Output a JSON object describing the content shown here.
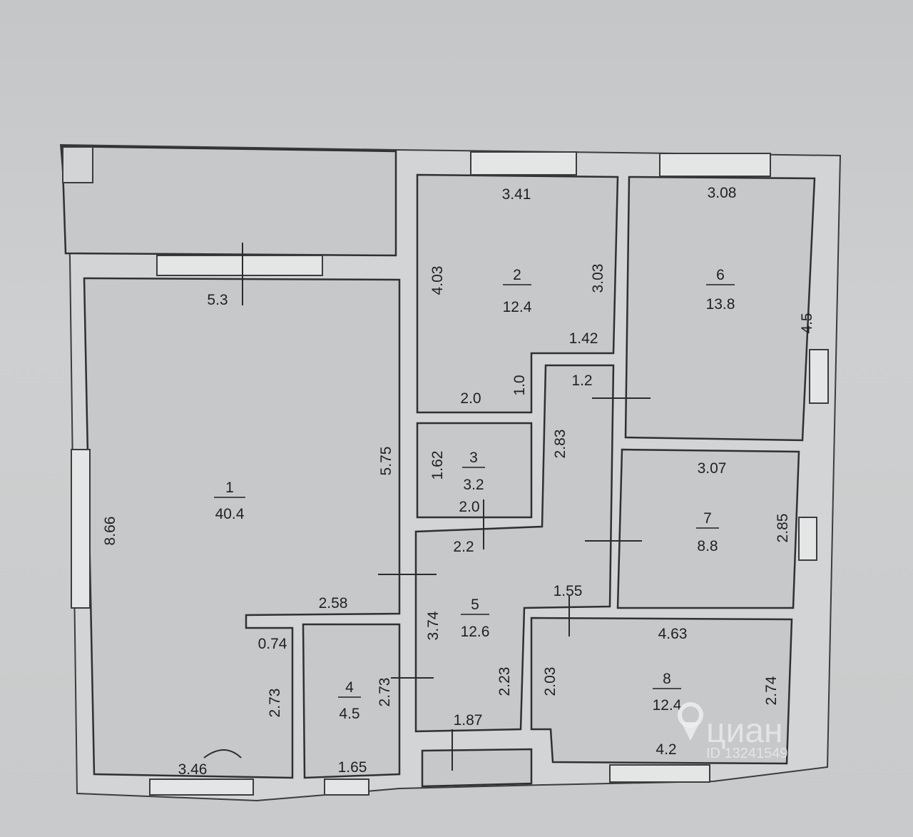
{
  "rooms": [
    {
      "number": "1",
      "area": "40.4"
    },
    {
      "number": "2",
      "area": "12.4"
    },
    {
      "number": "3",
      "area": "3.2"
    },
    {
      "number": "4",
      "area": "4.5"
    },
    {
      "number": "5",
      "area": "12.6"
    },
    {
      "number": "6",
      "area": "13.8"
    },
    {
      "number": "7",
      "area": "8.8"
    },
    {
      "number": "8",
      "area": "12.4"
    }
  ],
  "dimensions": {
    "d_5_3": "5.3",
    "d_8_66": "8.66",
    "d_5_75": "5.75",
    "d_2_58": "2.58",
    "d_0_74": "0.74",
    "d_2_73_a": "2.73",
    "d_3_46": "3.46",
    "d_1_65": "1.65",
    "d_2_73_b": "2.73",
    "d_3_41": "3.41",
    "d_4_03": "4.03",
    "d_3_03": "3.03",
    "d_2_0_a": "2.0",
    "d_1_0": "1.0",
    "d_1_42": "1.42",
    "d_1_2": "1.2",
    "d_1_62": "1.62",
    "d_2_0_b": "2.0",
    "d_2_2": "2.2",
    "d_2_83": "2.83",
    "d_3_74": "3.74",
    "d_1_55": "1.55",
    "d_2_23": "2.23",
    "d_1_87": "1.87",
    "d_3_08": "3.08",
    "d_4_5": "4.5",
    "d_3_07": "3.07",
    "d_2_85": "2.85",
    "d_4_63": "4.63",
    "d_2_03": "2.03",
    "d_2_74": "2.74",
    "d_4_2": "4.2"
  },
  "watermark": {
    "brand": "циан",
    "id_text": "ID 13241549"
  }
}
